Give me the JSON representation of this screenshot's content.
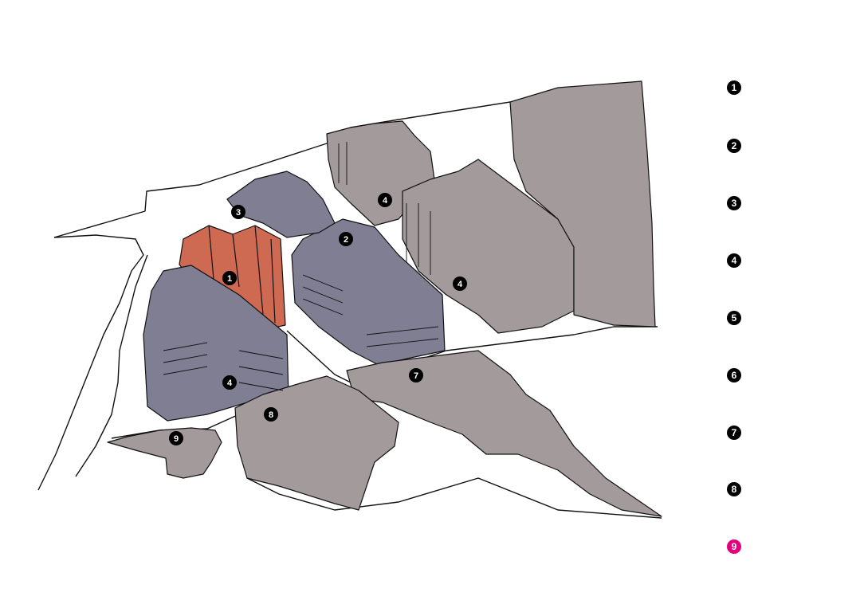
{
  "colors": {
    "highlight_building": "#cf6a52",
    "blue_building": "#7f7e93",
    "grey_building": "#a39a9c",
    "outline": "#111111",
    "marker": "#000000",
    "marker_highlight": "#e4007c"
  },
  "map_markers": [
    "1",
    "2",
    "3",
    "4",
    "4",
    "4",
    "7",
    "8",
    "9"
  ],
  "legend": [
    {
      "number": "1",
      "color": "#000000"
    },
    {
      "number": "2",
      "color": "#000000"
    },
    {
      "number": "3",
      "color": "#000000"
    },
    {
      "number": "4",
      "color": "#000000"
    },
    {
      "number": "5",
      "color": "#000000"
    },
    {
      "number": "6",
      "color": "#000000"
    },
    {
      "number": "7",
      "color": "#000000"
    },
    {
      "number": "8",
      "color": "#000000"
    },
    {
      "number": "9",
      "color": "#e4007c"
    }
  ]
}
